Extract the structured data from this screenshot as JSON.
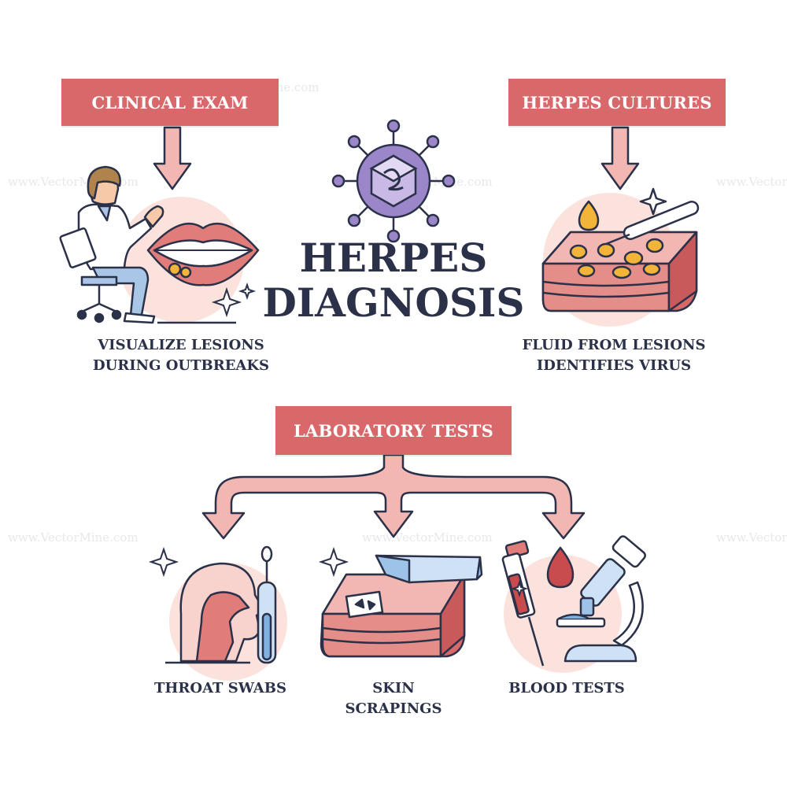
{
  "title": {
    "line1": "HERPES",
    "line2": "DIAGNOSIS"
  },
  "boxes": {
    "clinical_exam": "CLINICAL EXAM",
    "herpes_cultures": "HERPES CULTURES",
    "laboratory_tests": "LABORATORY TESTS"
  },
  "captions": {
    "clinical_line1": "VISUALIZE LESIONS",
    "clinical_line2": "DURING OUTBREAKS",
    "cultures_line1": "FLUID FROM LESIONS",
    "cultures_line2": "IDENTIFIES VIRUS",
    "throat": "THROAT SWABS",
    "skin_line1": "SKIN",
    "skin_line2": "SCRAPINGS",
    "blood": "BLOOD TESTS"
  },
  "watermark": "www.VectorMine.com",
  "colors": {
    "accent": "#d9686a",
    "arrow_fill": "#f2b7b3",
    "outline": "#2b3148",
    "virus": "#9b86c9",
    "blush": "#fbe2dd"
  },
  "icons": [
    "virus-icon",
    "doctor-icon",
    "lips-icon",
    "skin-culture-icon",
    "throat-icon",
    "swab-icon",
    "skin-scraping-icon",
    "blood-vial-icon",
    "microscope-icon"
  ]
}
